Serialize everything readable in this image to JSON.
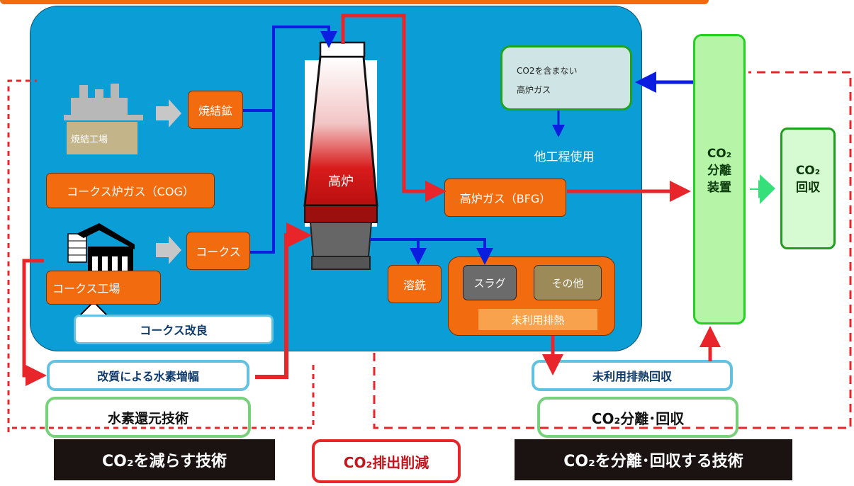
{
  "colors": {
    "main_panel": "#0b9ed6",
    "process_box": "#f26b0f",
    "arrow_red": "#e8252a",
    "arrow_blue": "#0b1ee0",
    "separator": "#1fd01f",
    "dark_banner": "#1b1212"
  },
  "labels": {
    "sinter_plant": "焼結工場",
    "sinter_ore": "焼結鉱",
    "cog": "コークス炉ガス（COG）",
    "coke_plant": "コークス工場",
    "coke": "コークス",
    "coke_improvement": "コークス改良",
    "blast_furnace": "高炉",
    "bfg": "高炉ガス（BFG）",
    "low_co2_gas_line1": "CO2を含まない",
    "low_co2_gas_line2": "高炉ガス",
    "other_process": "他工程使用",
    "pig_iron": "溶銑",
    "slag": "スラグ",
    "others": "その他",
    "unused_heat": "未利用排熱",
    "co2_sep_line1": "CO₂",
    "co2_sep_line2": "分離",
    "co2_sep_line3": "装置",
    "co2_rec_line1": "CO₂",
    "co2_rec_line2": "回収",
    "hydrogen_increase": "改質による水素増幅",
    "hydrogen_reduction": "水素還元技術",
    "unused_heat_recovery": "未利用排熱回収",
    "co2_sep_recovery": "CO₂分離･回収",
    "reduce_tech": "CO₂を減らす技術",
    "emission_reduction": "CO₂排出削減",
    "separate_tech": "CO₂を分離･回収する技術"
  }
}
